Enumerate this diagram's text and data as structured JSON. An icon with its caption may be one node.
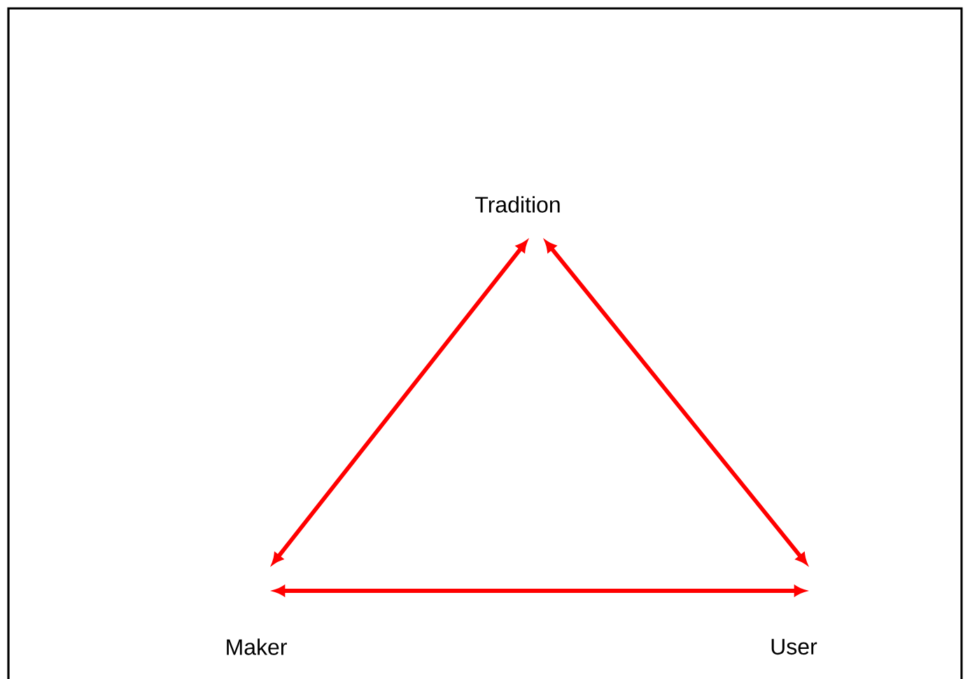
{
  "diagram": {
    "nodes": [
      {
        "text": [
          "Tradition"
        ]
      },
      {
        "text": [
          "Maker"
        ]
      },
      {
        "text": [
          "User"
        ]
      }
    ],
    "edges": [
      {
        "from": 1,
        "to": 0,
        "arrow": "both"
      },
      {
        "from": 0,
        "to": 2,
        "arrow": "both"
      },
      {
        "from": 1,
        "to": 2,
        "arrow": "both"
      }
    ]
  }
}
